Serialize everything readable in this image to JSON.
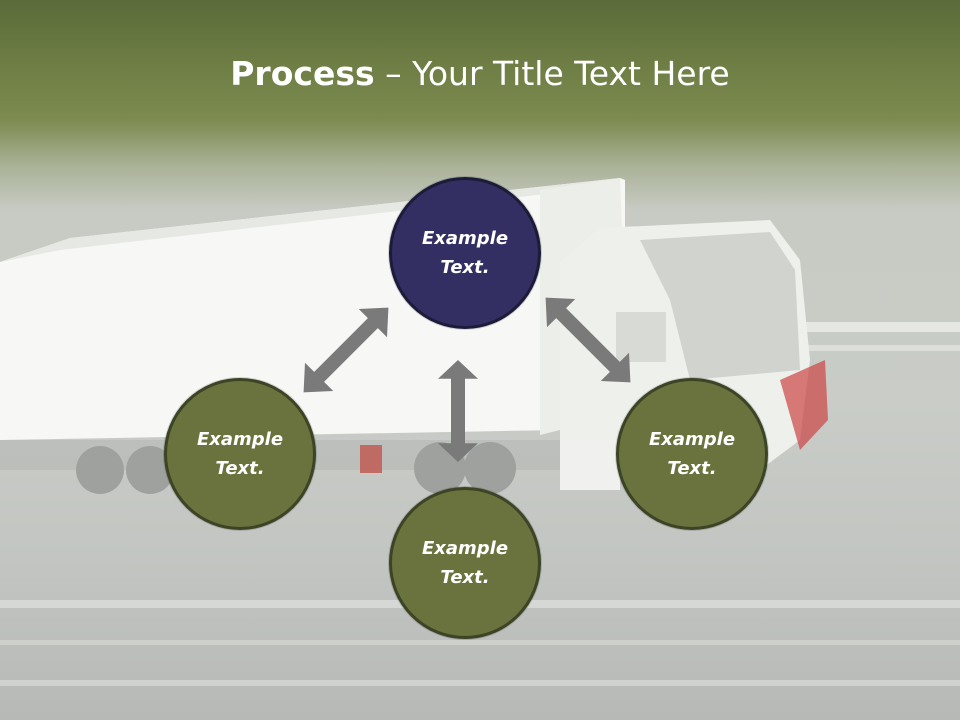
{
  "title": {
    "bold": "Process",
    "rest": " – Your Title Text Here"
  },
  "nodes": {
    "top": "Example\nText.",
    "left": "Example\nText.",
    "right": "Example\nText.",
    "bottom": "Example\nText."
  },
  "colors": {
    "center_fill": "#332f63",
    "satellite_fill": "#6a723e",
    "arrow": "#7a7a7a"
  }
}
